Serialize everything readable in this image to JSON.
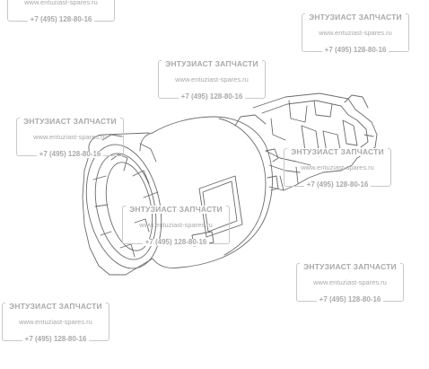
{
  "watermark": {
    "title": "ЭНТУЗИАСТ ЗАПЧАСТИ",
    "site": "www.entuziast-spares.ru",
    "phone": "+7 (495) 128-80-16"
  },
  "part_label": "________"
}
